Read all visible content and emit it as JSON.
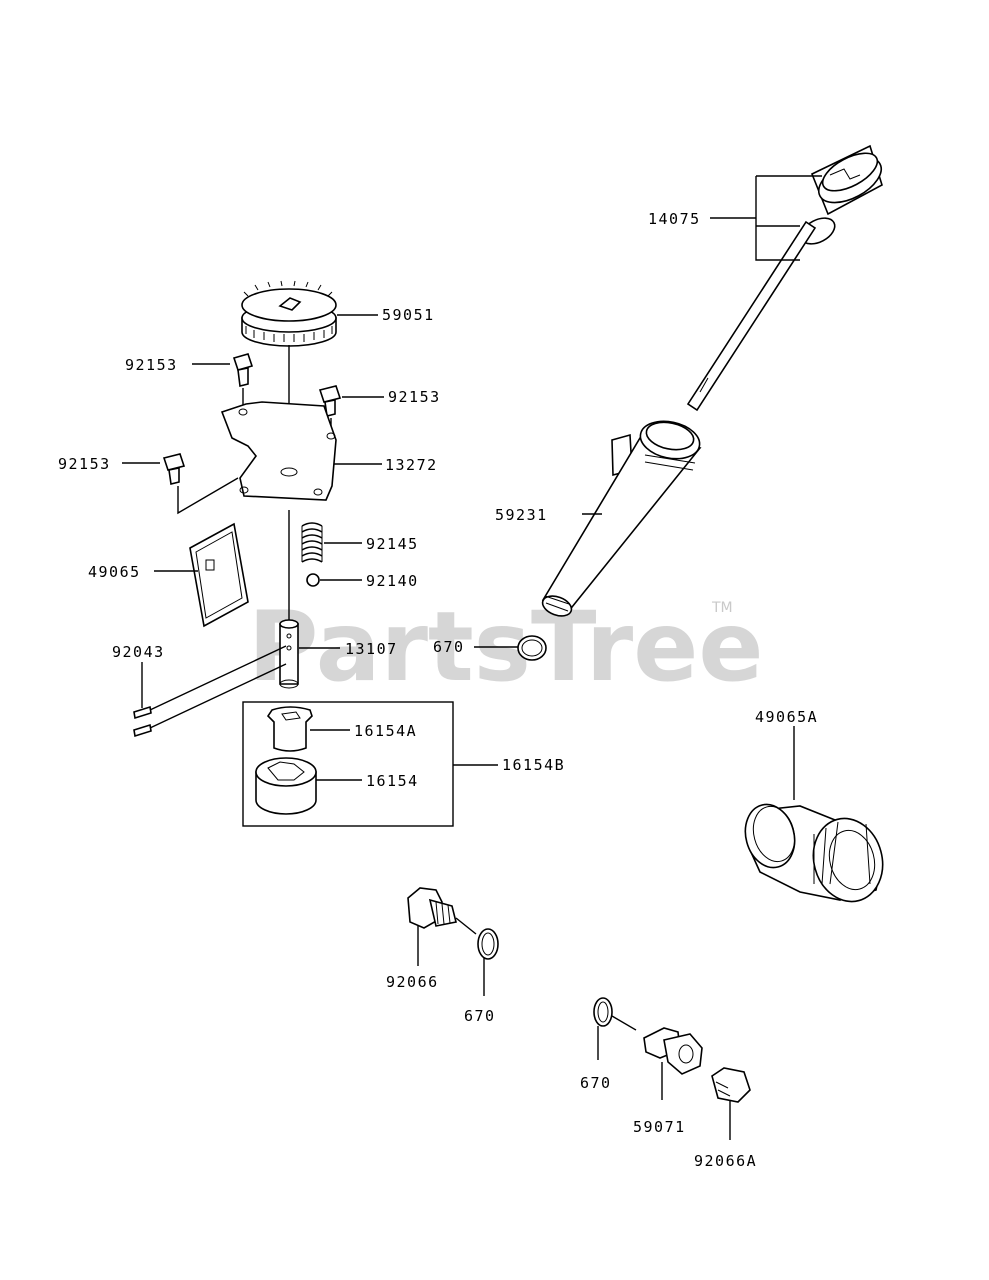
{
  "watermark": {
    "text": "PartsTree",
    "trademark": "TM"
  },
  "labels": {
    "p14075": "14075",
    "p59051": "59051",
    "p92153_a": "92153",
    "p92153_b": "92153",
    "p92153_c": "92153",
    "p13272": "13272",
    "p59231": "59231",
    "p92145": "92145",
    "p49065": "49065",
    "p92140": "92140",
    "p670_a": "670",
    "p92043": "92043",
    "p13107": "13107",
    "p16154A": "16154A",
    "p16154B": "16154B",
    "p16154": "16154",
    "p49065A": "49065A",
    "p92066": "92066",
    "p670_b": "670",
    "p670_c": "670",
    "p59071": "59071",
    "p92066A": "92066A"
  },
  "icons": {
    "gear": "oil-pump-gear-icon",
    "dipstick": "oil-dipstick-icon",
    "filter": "oil-filter-icon"
  },
  "colors": {
    "line": "#000000",
    "watermark": "#c9c9c9",
    "background": "#ffffff"
  }
}
